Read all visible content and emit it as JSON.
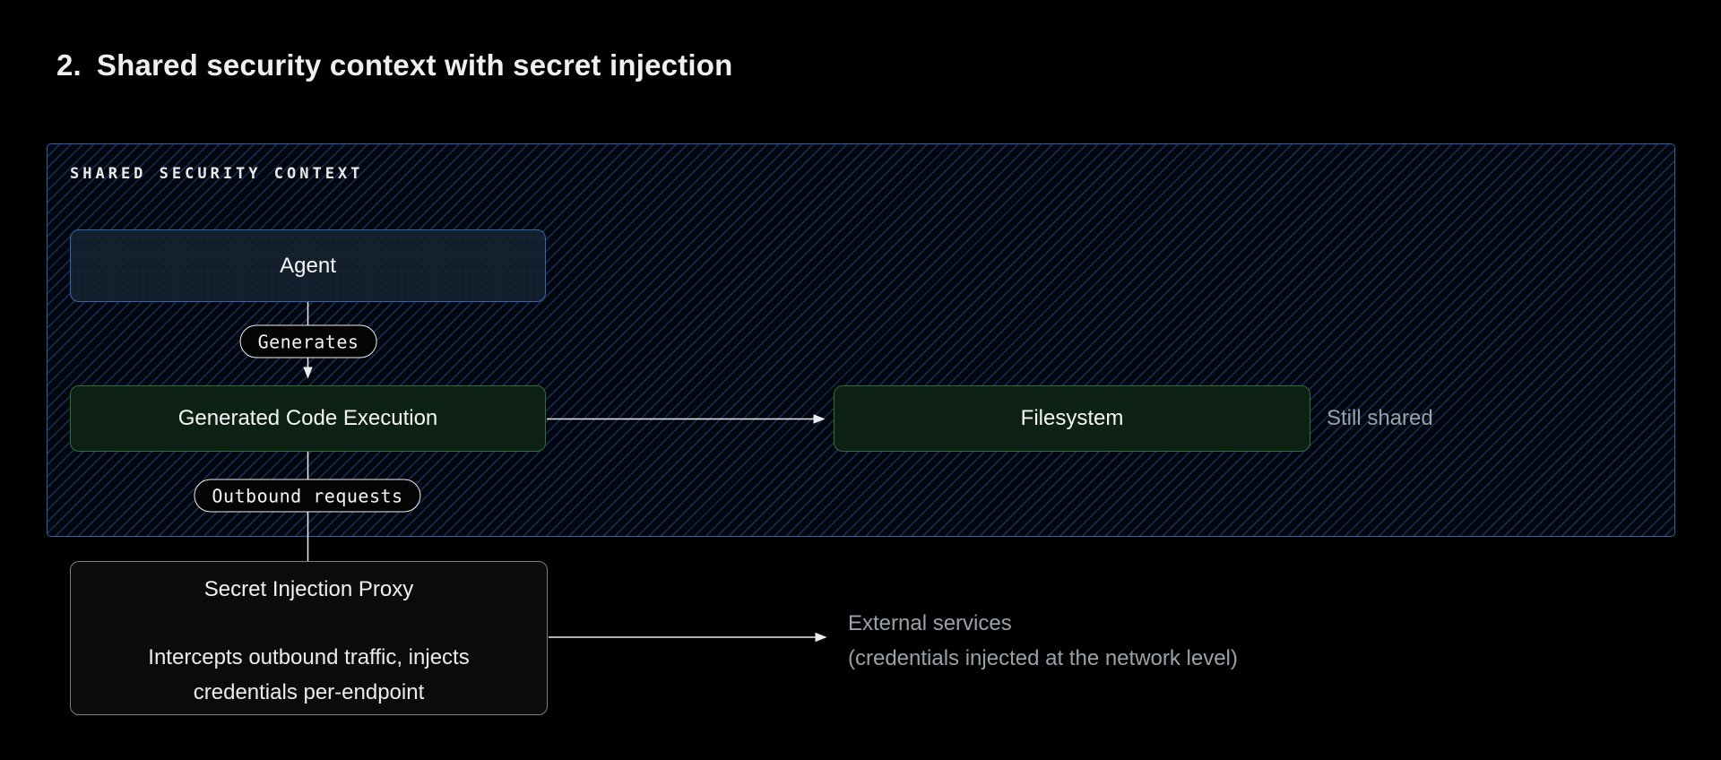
{
  "header": {
    "number": "2.",
    "title": "Shared security context with secret injection"
  },
  "security_context": {
    "label": "SHARED SECURITY CONTEXT",
    "nodes": {
      "agent": {
        "label": "Agent"
      },
      "generated_code_execution": {
        "label": "Generated Code Execution"
      },
      "filesystem": {
        "label": "Filesystem"
      }
    },
    "edge_labels": {
      "generates": "Generates",
      "outbound_requests": "Outbound requests"
    },
    "annotation_still_shared": "Still shared"
  },
  "proxy": {
    "title": "Secret Injection Proxy",
    "description": "Intercepts outbound traffic, injects credentials per-endpoint"
  },
  "external": {
    "line1": "External services",
    "line2": "(credentials injected at the network level)"
  },
  "colors": {
    "context_border": "#2a64a8",
    "hatch_line": "#2c5ea8",
    "agent_fill": "#15202f",
    "agent_border": "#2e68ac",
    "green_fill": "#0c2113",
    "green_border": "#2f6d3c",
    "proxy_border": "#7d7d7d",
    "muted_text": "#99a1a9",
    "connector": "#ececec",
    "pill_border": "#ededed"
  }
}
